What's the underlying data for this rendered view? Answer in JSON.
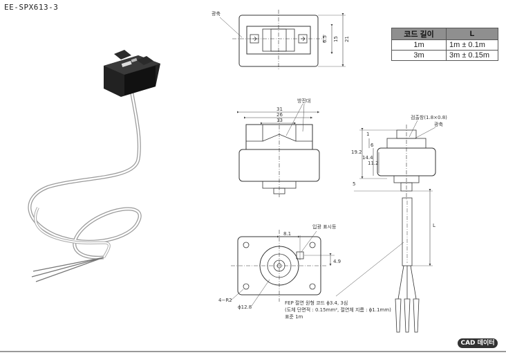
{
  "model": "EE-SPX613-3",
  "table": {
    "headers": [
      "코드 길이",
      "L"
    ],
    "rows": [
      [
        "1m",
        "1m ± 0.1m"
      ],
      [
        "3m",
        "3m ± 0.15m"
      ]
    ]
  },
  "top_view": {
    "label_axis": "광축",
    "dims": [
      "6.5",
      "15",
      "21"
    ]
  },
  "front_view": {
    "label_slit": "방진대",
    "dims": [
      "31",
      "26",
      "13"
    ]
  },
  "side_view": {
    "label_window": "검출창(1.8×0.8)",
    "label_axis": "광축",
    "dims": [
      "1",
      "19.2",
      "6",
      "14.4",
      "11.2",
      "5",
      "L"
    ]
  },
  "bottom_view": {
    "label_mark": "입광 표시등",
    "dims": [
      "8.1",
      "4.9",
      "4−R2",
      "ϕ12.8"
    ]
  },
  "cable_note": {
    "line1": "FEP 절연 원형 코드 ϕ3.4, 3심",
    "line2": "(도체 단면적 : 0.15mm², 절연체 지름 : ϕ1.1mm)",
    "line3": "표준 1m"
  },
  "cad_button": "CAD 데이터"
}
